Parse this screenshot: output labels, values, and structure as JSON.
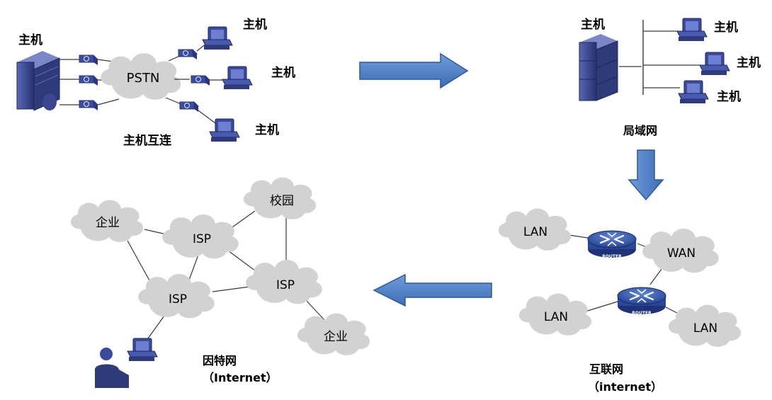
{
  "host_interconnect": {
    "caption": "主机互连",
    "server_label": "主机",
    "host_labels": [
      "主机",
      "主机",
      "主机"
    ],
    "cloud_label": "PSTN"
  },
  "lan": {
    "caption": "局域网",
    "server_label": "主机",
    "host_labels": [
      "主机",
      "主机",
      "主机"
    ]
  },
  "internetwork": {
    "caption": "互联网",
    "caption_en": "（internet）",
    "clouds": [
      "LAN",
      "WAN",
      "LAN",
      "LAN"
    ],
    "router_label": "ROUTER"
  },
  "internet": {
    "caption": "因特网",
    "caption_en": "（Internet）",
    "clouds": [
      "企业",
      "校园",
      "ISP",
      "ISP",
      "ISP",
      "企业"
    ]
  },
  "colors": {
    "arrow_fill": "#4a7fc8",
    "arrow_stroke": "#2d5a9a",
    "cloud_fill": "#d4d4d4",
    "device_dark": "#2f3a78",
    "device_mid": "#4e5ea8",
    "router_fill": "#3a5fb8"
  }
}
